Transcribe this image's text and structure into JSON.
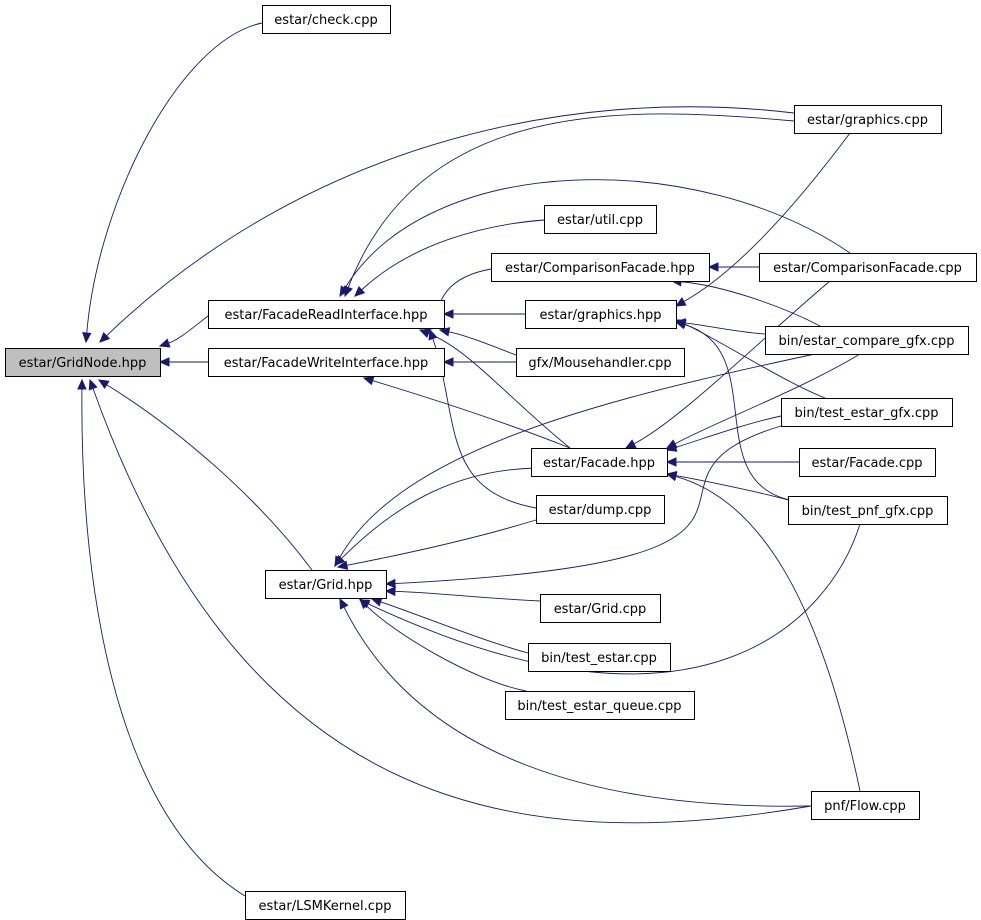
{
  "graph": {
    "edge_color": "#191970",
    "node_fill": "#ffffff",
    "root_fill": "#bfbfbf",
    "root": "estar/GridNode.hpp",
    "nodes": [
      {
        "id": "gridnode",
        "label": "estar/GridNode.hpp",
        "root": true
      },
      {
        "id": "check",
        "label": "estar/check.cpp"
      },
      {
        "id": "graphics_cpp",
        "label": "estar/graphics.cpp"
      },
      {
        "id": "util",
        "label": "estar/util.cpp"
      },
      {
        "id": "cmpfacade_hpp",
        "label": "estar/ComparisonFacade.hpp"
      },
      {
        "id": "cmpfacade_cpp",
        "label": "estar/ComparisonFacade.cpp"
      },
      {
        "id": "fri",
        "label": "estar/FacadeReadInterface.hpp"
      },
      {
        "id": "graphics_hpp",
        "label": "estar/graphics.hpp"
      },
      {
        "id": "compare_gfx",
        "label": "bin/estar_compare_gfx.cpp"
      },
      {
        "id": "fwi",
        "label": "estar/FacadeWriteInterface.hpp"
      },
      {
        "id": "mousehandler",
        "label": "gfx/Mousehandler.cpp"
      },
      {
        "id": "test_estar_gfx",
        "label": "bin/test_estar_gfx.cpp"
      },
      {
        "id": "facade_hpp",
        "label": "estar/Facade.hpp"
      },
      {
        "id": "facade_cpp",
        "label": "estar/Facade.cpp"
      },
      {
        "id": "dump",
        "label": "estar/dump.cpp"
      },
      {
        "id": "test_pnf_gfx",
        "label": "bin/test_pnf_gfx.cpp"
      },
      {
        "id": "grid_hpp",
        "label": "estar/Grid.hpp"
      },
      {
        "id": "grid_cpp",
        "label": "estar/Grid.cpp"
      },
      {
        "id": "test_estar",
        "label": "bin/test_estar.cpp"
      },
      {
        "id": "test_estar_queue",
        "label": "bin/test_estar_queue.cpp"
      },
      {
        "id": "flow",
        "label": "pnf/Flow.cpp"
      },
      {
        "id": "lsmkernel",
        "label": "estar/LSMKernel.cpp"
      }
    ],
    "edges": [
      {
        "from": "check",
        "to": "gridnode"
      },
      {
        "from": "graphics_cpp",
        "to": "gridnode"
      },
      {
        "from": "fri",
        "to": "gridnode"
      },
      {
        "from": "fwi",
        "to": "gridnode"
      },
      {
        "from": "grid_hpp",
        "to": "gridnode"
      },
      {
        "from": "flow",
        "to": "gridnode"
      },
      {
        "from": "lsmkernel",
        "to": "gridnode"
      },
      {
        "from": "graphics_cpp",
        "to": "fri"
      },
      {
        "from": "util",
        "to": "fri"
      },
      {
        "from": "cmpfacade_cpp",
        "to": "fri"
      },
      {
        "from": "cmpfacade_hpp",
        "to": "fri"
      },
      {
        "from": "graphics_hpp",
        "to": "fri"
      },
      {
        "from": "mousehandler",
        "to": "fri"
      },
      {
        "from": "facade_hpp",
        "to": "fri"
      },
      {
        "from": "dump",
        "to": "fri"
      },
      {
        "from": "mousehandler",
        "to": "fwi"
      },
      {
        "from": "facade_hpp",
        "to": "fwi"
      },
      {
        "from": "cmpfacade_cpp",
        "to": "cmpfacade_hpp"
      },
      {
        "from": "compare_gfx",
        "to": "cmpfacade_hpp"
      },
      {
        "from": "graphics_cpp",
        "to": "graphics_hpp"
      },
      {
        "from": "compare_gfx",
        "to": "graphics_hpp"
      },
      {
        "from": "test_estar_gfx",
        "to": "graphics_hpp"
      },
      {
        "from": "test_pnf_gfx",
        "to": "graphics_hpp"
      },
      {
        "from": "cmpfacade_cpp",
        "to": "facade_hpp"
      },
      {
        "from": "compare_gfx",
        "to": "facade_hpp"
      },
      {
        "from": "test_estar_gfx",
        "to": "facade_hpp"
      },
      {
        "from": "facade_cpp",
        "to": "facade_hpp"
      },
      {
        "from": "test_pnf_gfx",
        "to": "facade_hpp"
      },
      {
        "from": "flow",
        "to": "facade_hpp"
      },
      {
        "from": "facade_hpp",
        "to": "grid_hpp"
      },
      {
        "from": "dump",
        "to": "grid_hpp"
      },
      {
        "from": "compare_gfx",
        "to": "grid_hpp"
      },
      {
        "from": "test_estar_gfx",
        "to": "grid_hpp"
      },
      {
        "from": "grid_cpp",
        "to": "grid_hpp"
      },
      {
        "from": "test_estar",
        "to": "grid_hpp"
      },
      {
        "from": "test_estar_queue",
        "to": "grid_hpp"
      },
      {
        "from": "test_pnf_gfx",
        "to": "grid_hpp"
      },
      {
        "from": "flow",
        "to": "grid_hpp"
      }
    ]
  }
}
